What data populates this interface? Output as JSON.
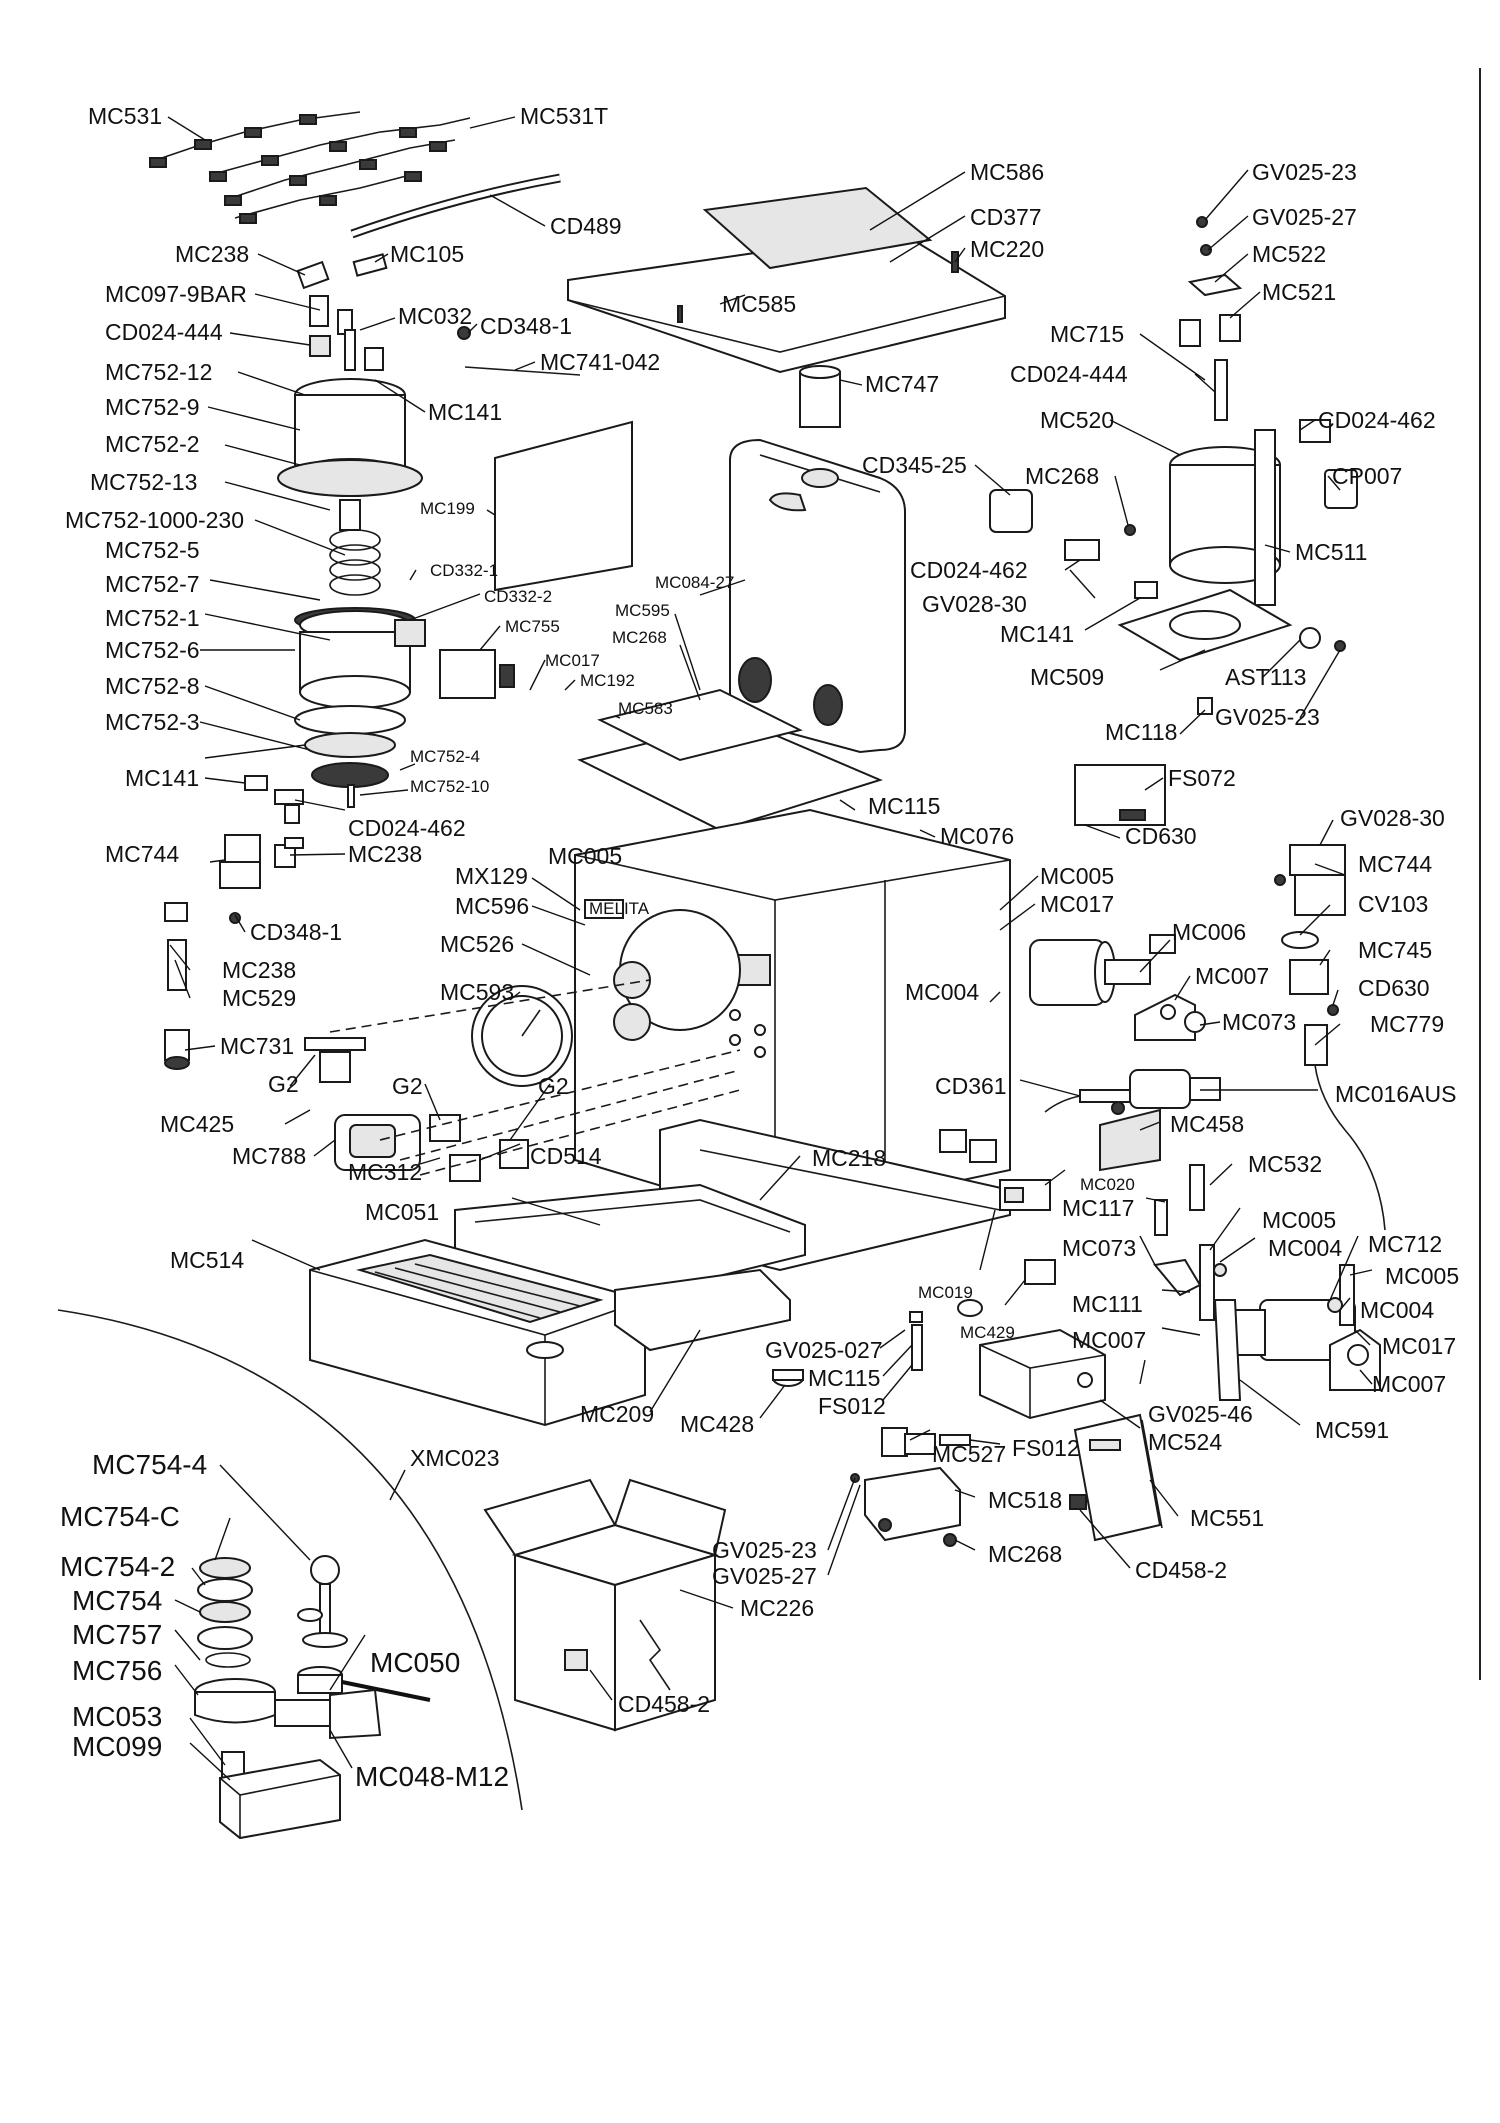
{
  "labels": [
    "MC531",
    "MC531T",
    "MC586",
    "GV025-23",
    "CD489",
    "CD377",
    "GV025-27",
    "MC238",
    "MC105",
    "MC220",
    "MC522",
    "MC097-9BAR",
    "MC585",
    "MC521",
    "CD024-444",
    "MC032",
    "CD348-1",
    "MC715",
    "MC741-042",
    "CD024-444",
    "MC752-12",
    "MC747",
    "MC752-9",
    "MC141",
    "MC520",
    "CD024-462",
    "MC752-2",
    "CD345-25",
    "MC268",
    "CP007",
    "MC752-13",
    "MC199",
    "MC752-1000-230",
    "CD332-1",
    "MC511",
    "MC752-5",
    "CD332-2",
    "MC084-27",
    "CD024-462",
    "MC752-7",
    "MC595",
    "GV028-30",
    "MC752-1",
    "MC755",
    "MC268",
    "MC141",
    "MC752-6",
    "MC017",
    "MC192",
    "MC509",
    "AST113",
    "MC752-8",
    "MC583",
    "GV025-23",
    "MC752-3",
    "MC118",
    "MC752-4",
    "MC141",
    "FS072",
    "MC752-10",
    "CD024-462",
    "MC115",
    "MC005",
    "MC076",
    "CD630",
    "GV028-30",
    "MC744",
    "MC238",
    "MC744",
    "MX129",
    "MC005",
    "MC017",
    "CV103",
    "CD348-1",
    "MC596",
    "MC006",
    "MC745",
    "MC238",
    "MC526",
    "MC007",
    "CD630",
    "MC529",
    "MC593",
    "MC004",
    "MC073",
    "MC779",
    "MC731",
    "G2",
    "CD361",
    "MC016AUS",
    "MC425",
    "G2",
    "G2",
    "MC458",
    "MC788",
    "CD514",
    "MC532",
    "MC312",
    "MC218",
    "MC020",
    "MC117",
    "MC051",
    "MC005",
    "MC073",
    "MC004",
    "MC712",
    "MC514",
    "MC019",
    "MC005",
    "MC111",
    "MC004",
    "MC429",
    "MC007",
    "MC017",
    "GV025-027",
    "MC007",
    "MC115",
    "GV025-46",
    "FS012",
    "MC209",
    "MC428",
    "MC524",
    "MC591",
    "MC754-4",
    "XMC023",
    "MC527",
    "FS012",
    "MC754-C",
    "MC518",
    "MC551",
    "MC754-2",
    "GV025-23",
    "MC268",
    "GV025-27",
    "CD458-2",
    "MC754",
    "MC226",
    "MC757",
    "MC050",
    "MC756",
    "CD458-2",
    "MC053",
    "MC099",
    "MC048-M12"
  ],
  "stamp_text": "MELITA"
}
